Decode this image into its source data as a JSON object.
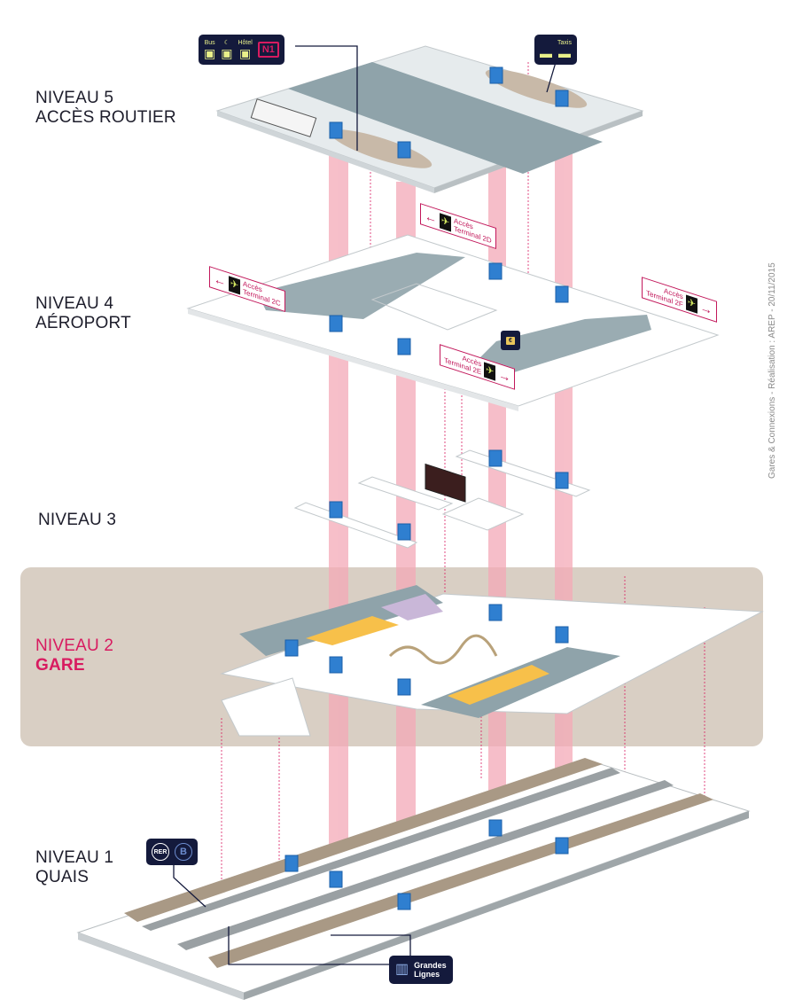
{
  "title": "Plan des niveaux - Gare Aéroport Charles de Gaulle 2 TGV",
  "credit": "Gares & Connexions - Réalisation : AREP - 20/11/2015",
  "colors": {
    "accent": "#d81b60",
    "label_text": "#1d1d2b",
    "gare_band": "#d9cfc4",
    "badge_bg": "#141a3c",
    "elevator": "#2f7fd0",
    "pillar": "#f4a9b7",
    "road": "#8fa3aa",
    "shop": "#f7c04a"
  },
  "levels": [
    {
      "id": "niveau-5",
      "line1": "NIVEAU 5",
      "line2": "ACCÈS ROUTIER",
      "highlight": false
    },
    {
      "id": "niveau-4",
      "line1": "NIVEAU 4",
      "line2": "AÉROPORT",
      "highlight": false
    },
    {
      "id": "niveau-3",
      "line1": "NIVEAU 3",
      "line2": "",
      "highlight": false
    },
    {
      "id": "niveau-2",
      "line1": "NIVEAU 2",
      "line2": "GARE",
      "highlight": true
    },
    {
      "id": "niveau-1",
      "line1": "NIVEAU 1",
      "line2": "QUAIS",
      "highlight": false
    }
  ],
  "badges": {
    "bus": {
      "items": [
        {
          "icon": "bus-icon",
          "label": "Bus"
        },
        {
          "icon": "night-bus-icon",
          "label": ""
        },
        {
          "icon": "hotel-shuttle-icon",
          "label": "Hôtel"
        }
      ],
      "n1": "N1"
    },
    "taxi": {
      "items": [
        {
          "icon": "car-rental-icon",
          "label": ""
        },
        {
          "icon": "taxi-icon",
          "label": "Taxis"
        }
      ]
    },
    "rer": {
      "rer": "RER",
      "line": "B"
    },
    "grandes_lignes": {
      "line1": "Grandes",
      "line2": "Lignes"
    }
  },
  "signs": [
    {
      "id": "terminal-2d",
      "line1": "Accès",
      "line2": "Terminal 2D",
      "direction": "left"
    },
    {
      "id": "terminal-2c",
      "line1": "Accès",
      "line2": "Terminal 2C",
      "direction": "left"
    },
    {
      "id": "terminal-2f",
      "line1": "Accès",
      "line2": "Terminal 2F",
      "direction": "right"
    },
    {
      "id": "terminal-2e",
      "line1": "Accès",
      "line2": "Terminal 2E",
      "direction": "right"
    }
  ],
  "exchange": {
    "label": "€"
  },
  "glyphs": {
    "left": "←",
    "right": "→",
    "plane": "✈",
    "bus": "🚌",
    "moon": "☾",
    "train": "🚆",
    "car": "🚗"
  }
}
